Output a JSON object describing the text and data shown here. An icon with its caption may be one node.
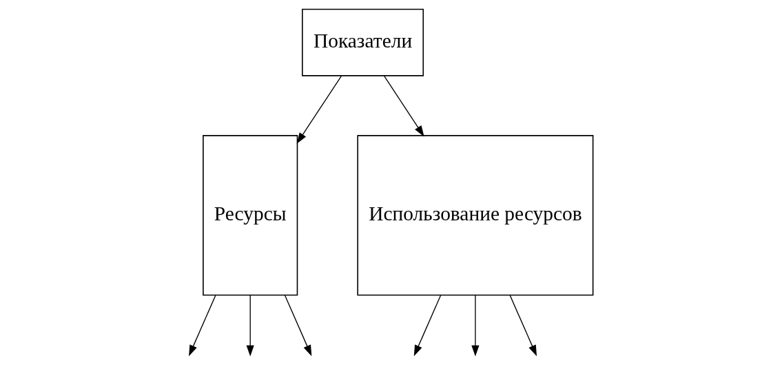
{
  "diagram": {
    "nodes": [
      {
        "text": [
          "Показатели"
        ]
      },
      {
        "text": [
          "Ресурсы"
        ]
      },
      {
        "text": [
          "Использование ресурсов"
        ]
      }
    ],
    "edges": [
      {
        "from": 0,
        "to": 1,
        "arrow": "to"
      },
      {
        "from": 0,
        "to": 2,
        "arrow": "to"
      },
      {
        "from": 2,
        "to": null,
        "arrow": "to"
      },
      {
        "from": 1,
        "to": null,
        "arrow": "to"
      },
      {
        "from": 1,
        "to": null,
        "arrow": "to"
      },
      {
        "from": 1,
        "to": null,
        "arrow": "to"
      },
      {
        "from": 2,
        "to": null,
        "arrow": "to"
      },
      {
        "from": 2,
        "to": null,
        "arrow": "to"
      }
    ]
  }
}
